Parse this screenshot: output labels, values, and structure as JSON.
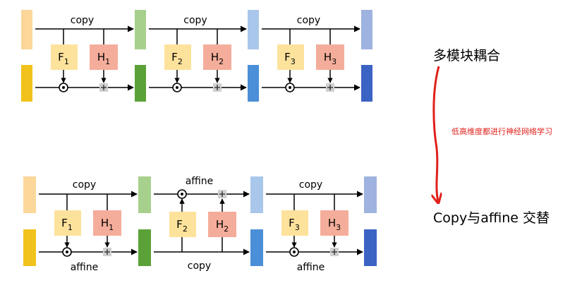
{
  "annotations": {
    "title_top": "多模块耦合",
    "arrow_note": "低高维度都进行神经网络学习",
    "title_bottom": "Copy与affine 交替"
  },
  "top_diagram": {
    "blocks": [
      {
        "f": "F",
        "h": "H",
        "index": "1",
        "upper_label": "copy"
      },
      {
        "f": "F",
        "h": "H",
        "index": "2",
        "upper_label": "copy"
      },
      {
        "f": "F",
        "h": "H",
        "index": "3",
        "upper_label": "copy"
      }
    ]
  },
  "bottom_diagram": {
    "blocks": [
      {
        "f": "F",
        "h": "H",
        "index": "1",
        "upper_label": "copy",
        "lower_label": "affine"
      },
      {
        "f": "F",
        "h": "H",
        "index": "2",
        "upper_label": "affine",
        "lower_label": "copy"
      },
      {
        "f": "F",
        "h": "H",
        "index": "3",
        "upper_label": "copy",
        "lower_label": "affine"
      }
    ]
  },
  "operators": {
    "multiply": "⊙",
    "add": "+"
  },
  "colors": {
    "arrow_red": "#e0201a",
    "f_box": "#fde29c",
    "h_box": "#f4ad9a",
    "bar_yellow_light": "#fbd79a",
    "bar_yellow": "#f1c21b",
    "bar_green_light": "#a8d08d",
    "bar_green": "#5aa237",
    "bar_blue_light": "#a9c7ea",
    "bar_blue": "#4a8fd8",
    "bar_navy_light": "#9fb3e0",
    "bar_navy": "#3b63c4"
  }
}
